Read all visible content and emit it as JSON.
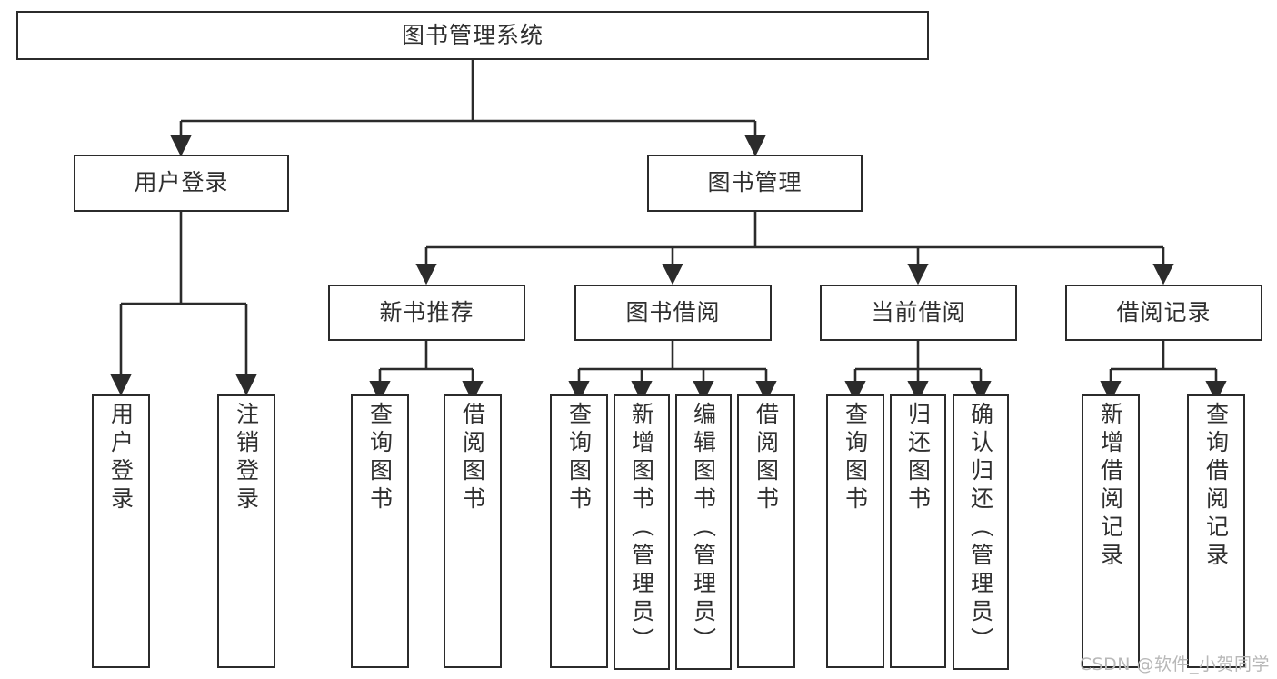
{
  "diagram": {
    "title": "图书管理系统",
    "type": "tree-hierarchy",
    "orientation": "top-down",
    "colors": {
      "box_border": "#2b2b2b",
      "box_fill": "#ffffff",
      "edge": "#2b2b2b",
      "text": "#2f2f2f",
      "watermark": "#b8b8b8",
      "background": "#ffffff"
    }
  },
  "nodes": {
    "root": {
      "label": "图书管理系统"
    },
    "level2": [
      {
        "label": "用户登录"
      },
      {
        "label": "图书管理"
      }
    ],
    "level3": [
      {
        "label": "新书推荐"
      },
      {
        "label": "图书借阅"
      },
      {
        "label": "当前借阅"
      },
      {
        "label": "借阅记录"
      }
    ],
    "leaves_user_login": [
      {
        "label": "用户登录"
      },
      {
        "label": "注销登录"
      }
    ],
    "leaves_new_book": [
      {
        "label": "查询图书"
      },
      {
        "label": "借阅图书"
      }
    ],
    "leaves_borrow": [
      {
        "label": "查询图书"
      },
      {
        "label": "新增图书（管理员）"
      },
      {
        "label": "编辑图书（管理员）"
      },
      {
        "label": "借阅图书"
      }
    ],
    "leaves_current": [
      {
        "label": "查询图书"
      },
      {
        "label": "归还图书"
      },
      {
        "label": "确认归还（管理员）"
      }
    ],
    "leaves_record": [
      {
        "label": "新增借阅记录"
      },
      {
        "label": "查询借阅记录"
      }
    ]
  },
  "watermark": {
    "text": "CSDN @软件_小贺同学"
  }
}
